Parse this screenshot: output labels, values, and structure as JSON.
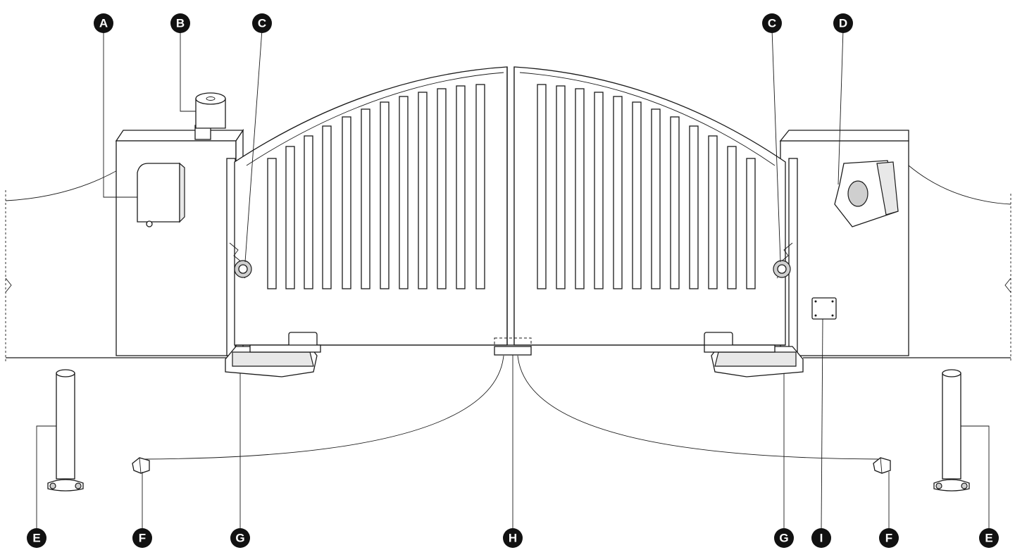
{
  "callouts": {
    "a": "A",
    "b": "B",
    "c_left": "C",
    "c_right": "C",
    "d": "D",
    "e_left": "E",
    "e_right": "E",
    "f_left": "F",
    "f_right": "F",
    "g_left": "G",
    "g_right": "G",
    "h": "H",
    "i": "I"
  }
}
